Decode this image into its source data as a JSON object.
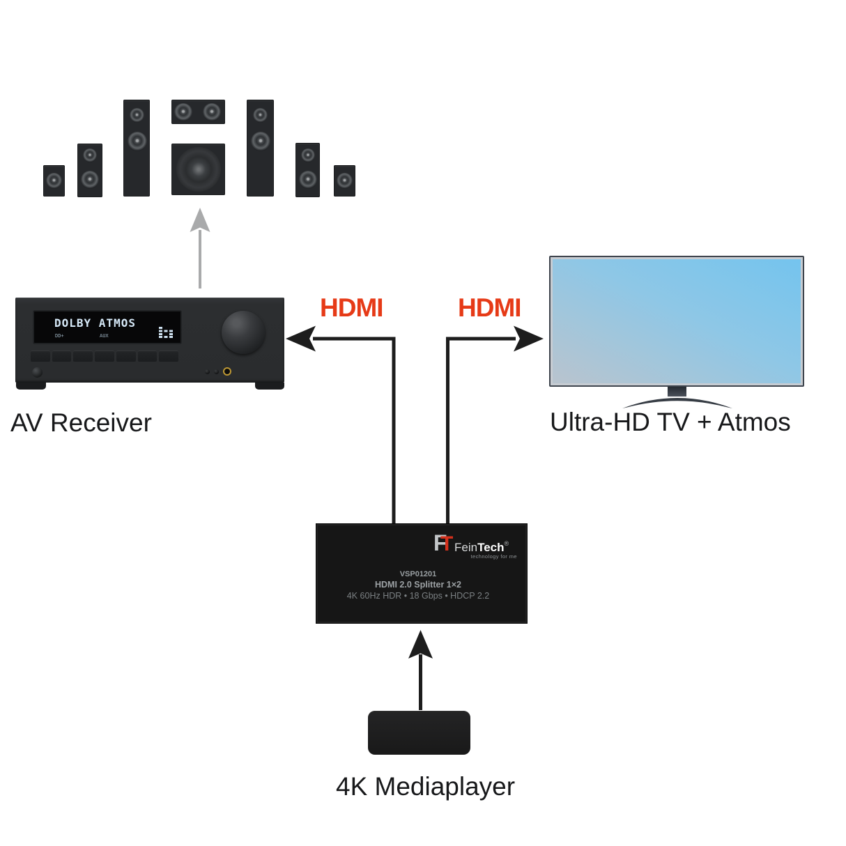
{
  "labels": {
    "hdmi_left": "HDMI",
    "hdmi_right": "HDMI",
    "av_receiver": "AV Receiver",
    "tv": "Ultra-HD TV + Atmos",
    "mediaplayer": "4K Mediaplayer"
  },
  "receiver_display": {
    "main": "DOLBY ATMOS",
    "mode": "DD+",
    "input": "AUX"
  },
  "splitter": {
    "brand": {
      "monogram_f": "F",
      "monogram_t": "T",
      "name_regular": "Fein",
      "name_bold": "Tech",
      "registered": "®",
      "tagline": "technology for me"
    },
    "model": "VSP01201",
    "title": "HDMI 2.0 Splitter 1×2",
    "specs": "4K 60Hz HDR • 18 Gbps • HDCP 2.2"
  },
  "colors": {
    "hdmi_red": "#e63a17",
    "arrow_black": "#1d1d1d",
    "arrow_gray": "#a9aaab",
    "screen_blue_top_right": "#74c4ee",
    "screen_gray_bottom_left": "#b9c4ce",
    "device_black": "#161616"
  }
}
